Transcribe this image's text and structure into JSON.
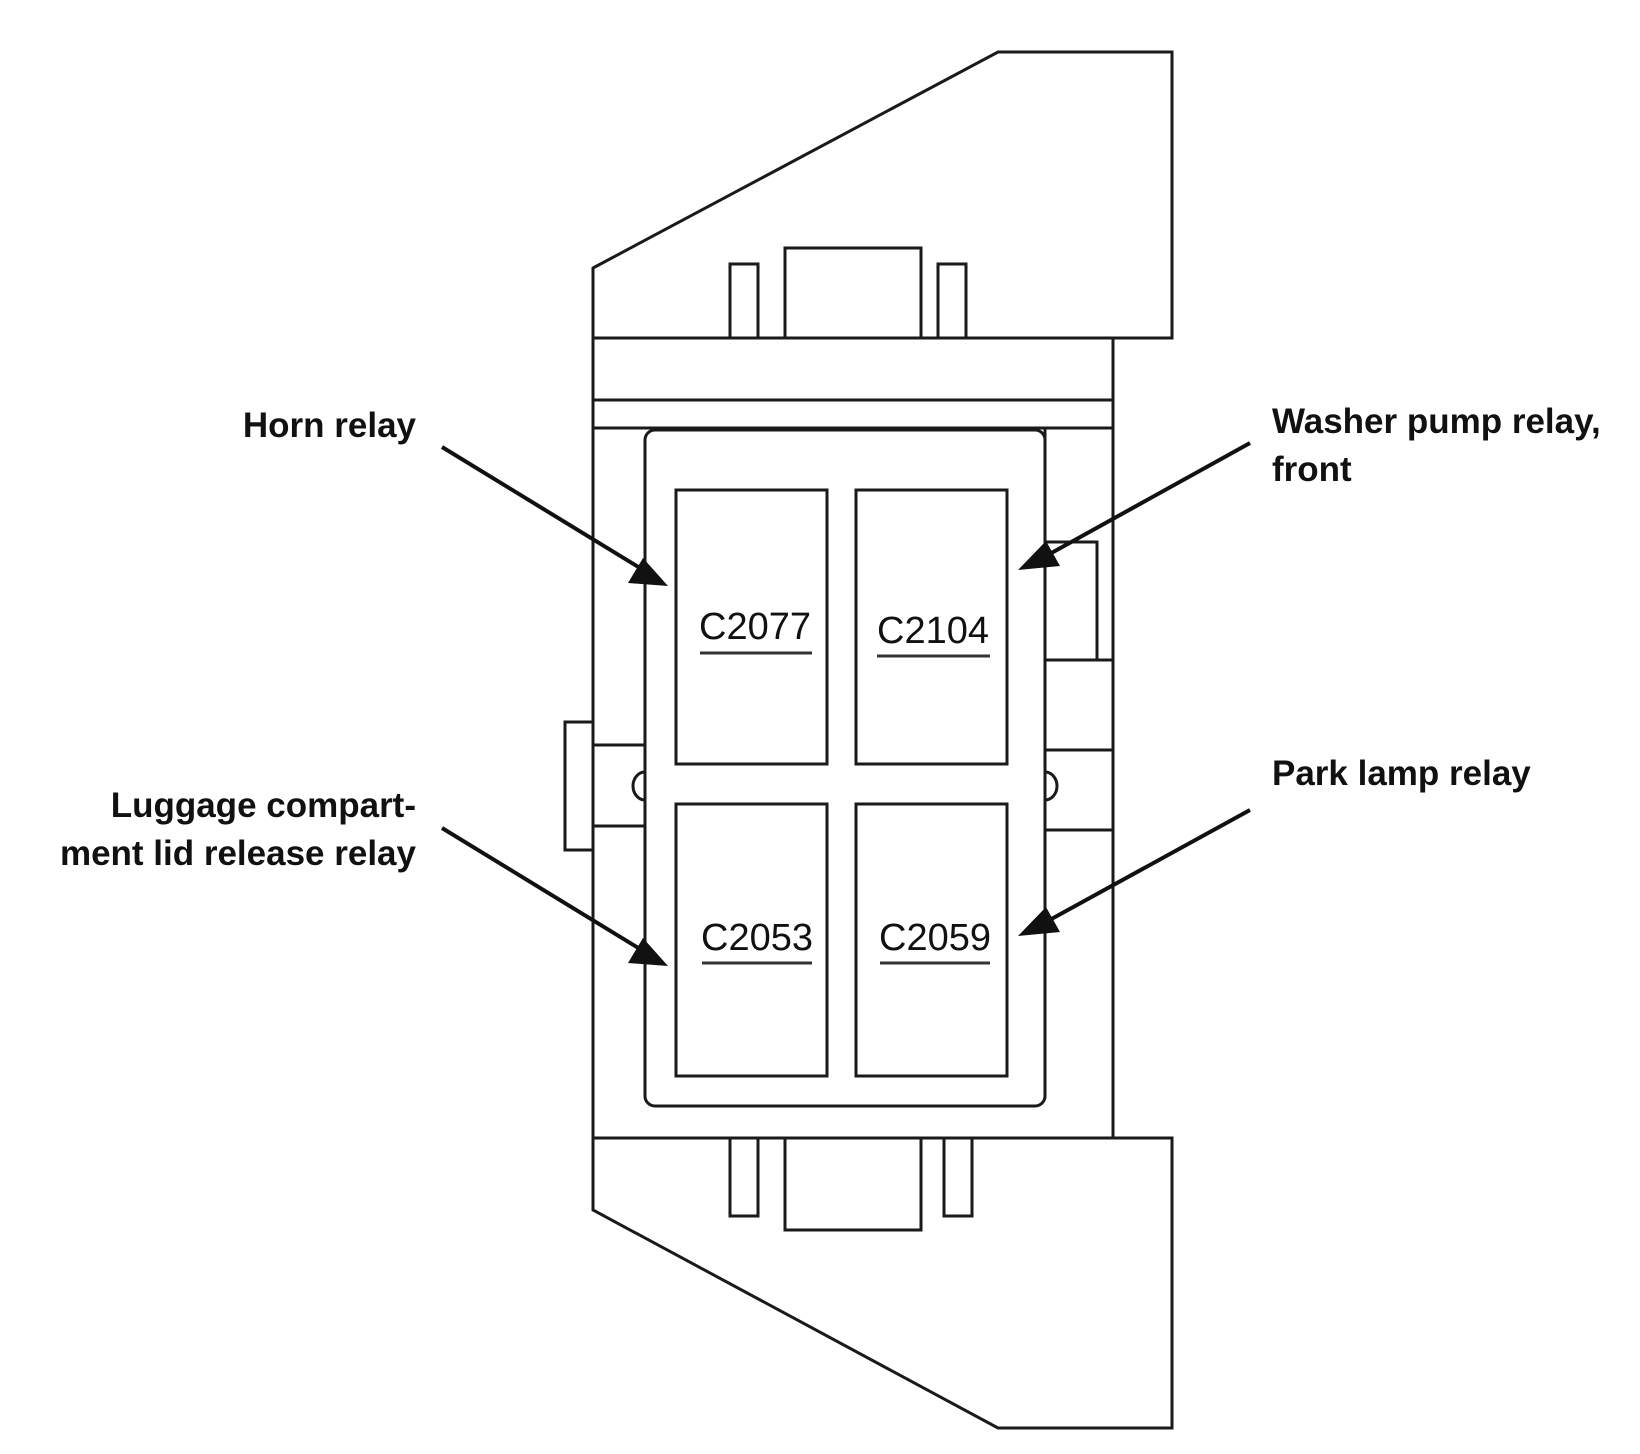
{
  "relays": [
    {
      "code": "C2077",
      "callout": [
        "Horn relay"
      ]
    },
    {
      "code": "C2104",
      "callout": [
        "Washer pump relay,",
        "front"
      ]
    },
    {
      "code": "C2053",
      "callout": [
        "Luggage compart-",
        "ment lid release relay"
      ]
    },
    {
      "code": "C2059",
      "callout": [
        "Park lamp relay"
      ]
    }
  ],
  "colors": {
    "line": "#1a1a1a",
    "background": "#ffffff"
  }
}
